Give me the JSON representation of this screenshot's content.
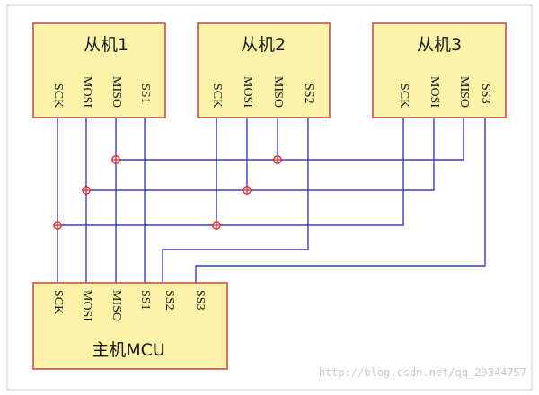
{
  "colors": {
    "box_fill": "#fbf3a7",
    "box_border": "#c8504e",
    "wire": "#3a3fbf",
    "junction": "#d8262b"
  },
  "slaves": [
    {
      "title": "从机1",
      "pins": [
        "SCK",
        "MOSI",
        "MISO",
        "SS1"
      ]
    },
    {
      "title": "从机2",
      "pins": [
        "SCK",
        "MOSI",
        "MISO",
        "SS2"
      ]
    },
    {
      "title": "从机3",
      "pins": [
        "SCK",
        "MOSI",
        "MISO",
        "SS3"
      ]
    }
  ],
  "master": {
    "title": "主机MCU",
    "pins": [
      "SCK",
      "MOSI",
      "MISO",
      "SS1",
      "SS2",
      "SS3"
    ]
  },
  "watermark": "http://blog.csdn.net/qq_29344757"
}
